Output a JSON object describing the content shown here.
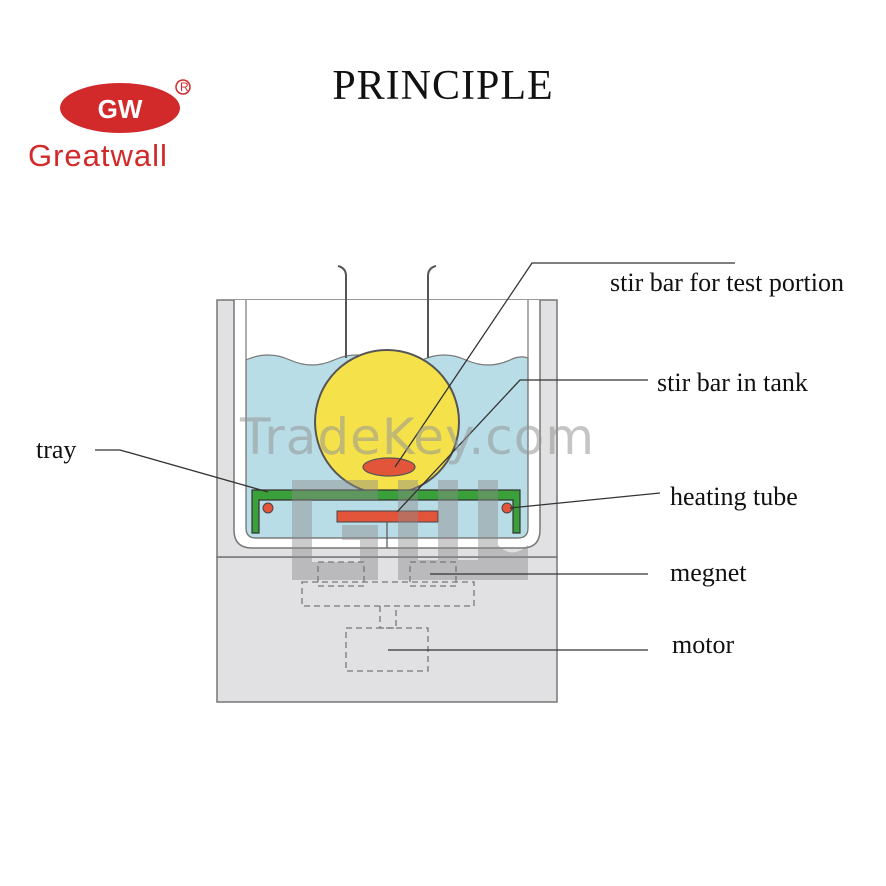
{
  "title": "PRINCIPLE",
  "brand": {
    "name": "Greatwall",
    "logo_mark": "GW",
    "registered": "R"
  },
  "watermark": "TradeKey.com",
  "labels": {
    "stir_bar_test": "stir bar for test portion",
    "stir_bar_tank": "stir bar in tank",
    "tray": "tray",
    "heating_tube": "heating tube",
    "megnet": "megnet",
    "motor": "motor"
  },
  "colors": {
    "water": "#b9dde6",
    "flask": "#f5e24a",
    "tray": "#3aa13a",
    "stir": "#e2553a",
    "heater": "#e2553a",
    "housing": "#e1e1e3",
    "brand": "#d22a2a"
  }
}
